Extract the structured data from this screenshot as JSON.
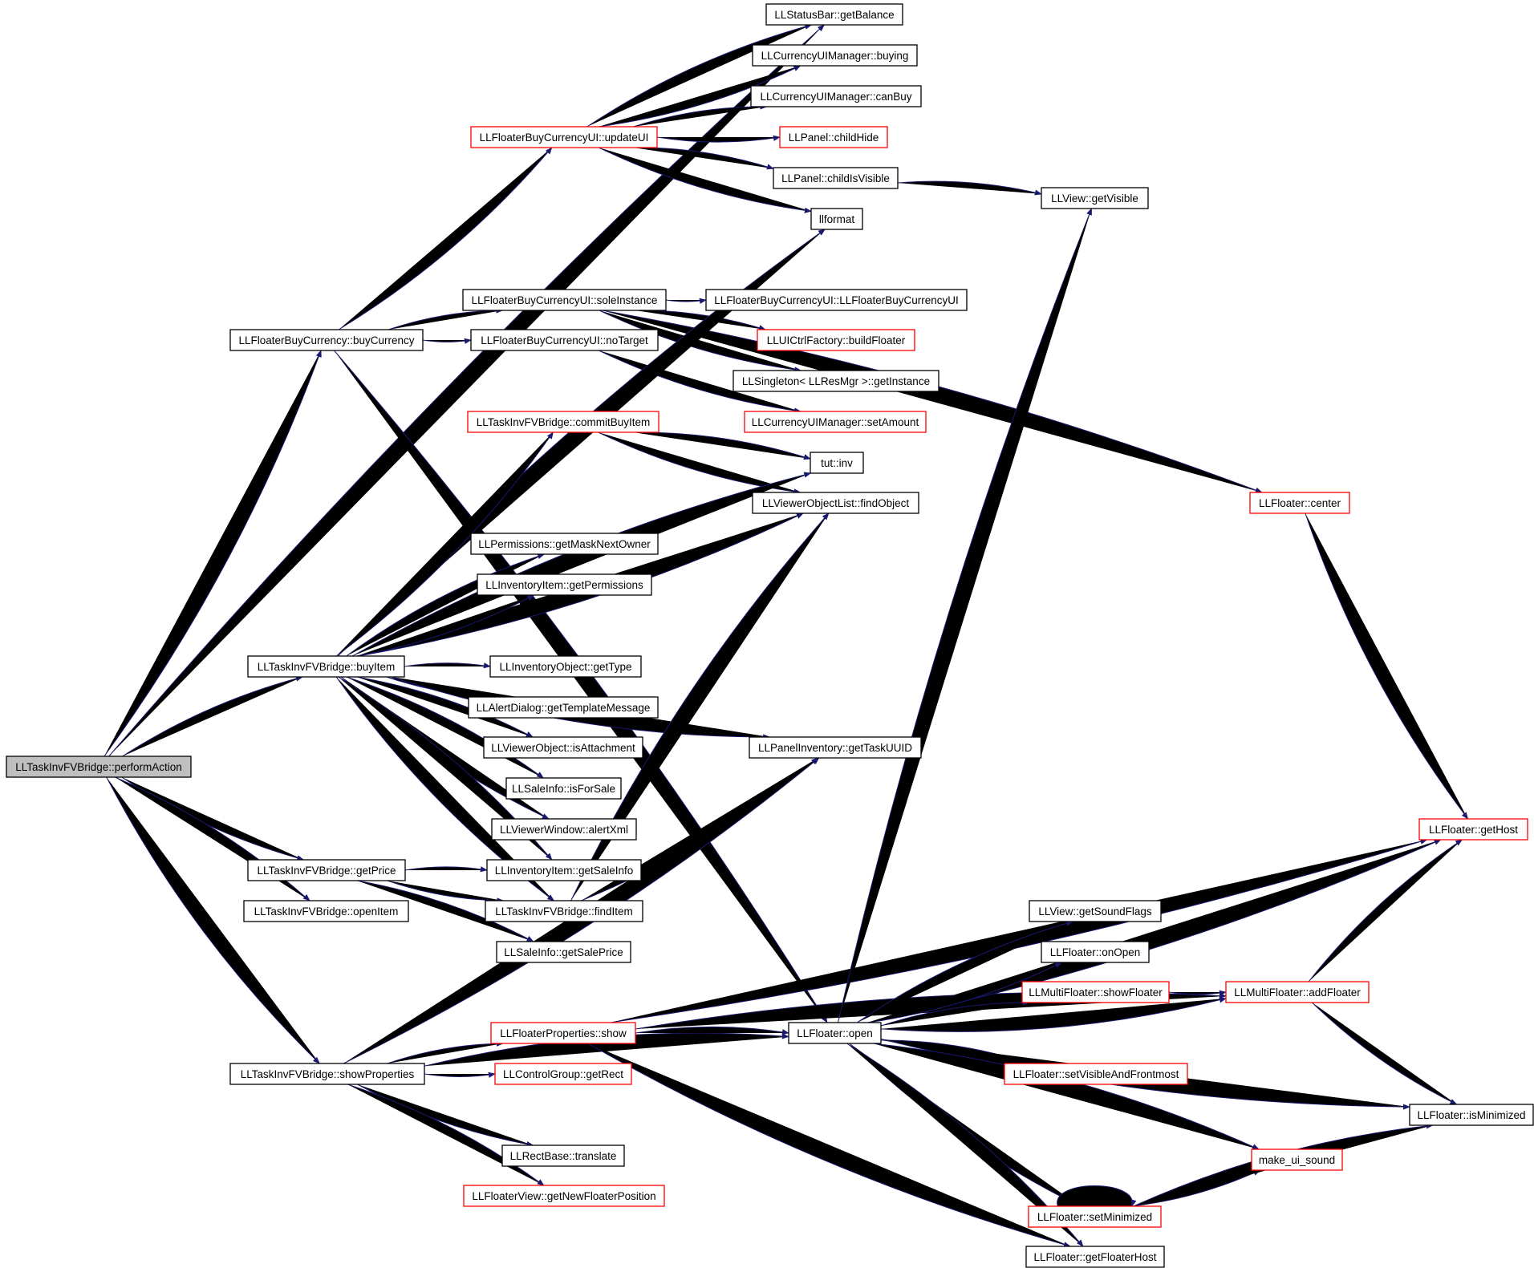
{
  "colors": {
    "edge": "#191970",
    "border_normal": "#000000",
    "border_truncated": "#ff0000",
    "root_fill": "#bfbfbf",
    "node_fill": "#ffffff"
  },
  "nodes": [
    {
      "id": "root",
      "label": "LLTaskInvFVBridge::performAction",
      "style": "root"
    },
    {
      "id": "getBalance",
      "label": "LLStatusBar::getBalance",
      "style": "normal"
    },
    {
      "id": "buying",
      "label": "LLCurrencyUIManager::buying",
      "style": "normal"
    },
    {
      "id": "canBuy",
      "label": "LLCurrencyUIManager::canBuy",
      "style": "normal"
    },
    {
      "id": "updateUI",
      "label": "LLFloaterBuyCurrencyUI::updateUI",
      "style": "truncated"
    },
    {
      "id": "childHide",
      "label": "LLPanel::childHide",
      "style": "truncated"
    },
    {
      "id": "childIsVisible",
      "label": "LLPanel::childIsVisible",
      "style": "normal"
    },
    {
      "id": "getVisible",
      "label": "LLView::getVisible",
      "style": "normal"
    },
    {
      "id": "llformat",
      "label": "llformat",
      "style": "normal"
    },
    {
      "id": "soleInstance",
      "label": "LLFloaterBuyCurrencyUI::soleInstance",
      "style": "normal"
    },
    {
      "id": "ctor",
      "label": "LLFloaterBuyCurrencyUI::LLFloaterBuyCurrencyUI",
      "style": "normal"
    },
    {
      "id": "buyCurrency",
      "label": "LLFloaterBuyCurrency::buyCurrency",
      "style": "normal"
    },
    {
      "id": "noTarget",
      "label": "LLFloaterBuyCurrencyUI::noTarget",
      "style": "normal"
    },
    {
      "id": "buildFloater",
      "label": "LLUICtrlFactory::buildFloater",
      "style": "truncated"
    },
    {
      "id": "getInstance",
      "label": "LLSingleton< LLResMgr >::getInstance",
      "style": "normal"
    },
    {
      "id": "setAmount",
      "label": "LLCurrencyUIManager::setAmount",
      "style": "truncated"
    },
    {
      "id": "commitBuyItem",
      "label": "LLTaskInvFVBridge::commitBuyItem",
      "style": "truncated"
    },
    {
      "id": "inv",
      "label": "tut::inv",
      "style": "normal"
    },
    {
      "id": "findObject",
      "label": "LLViewerObjectList::findObject",
      "style": "normal"
    },
    {
      "id": "center",
      "label": "LLFloater::center",
      "style": "truncated"
    },
    {
      "id": "getMaskNextOwner",
      "label": "LLPermissions::getMaskNextOwner",
      "style": "normal"
    },
    {
      "id": "getPermissions",
      "label": "LLInventoryItem::getPermissions",
      "style": "normal"
    },
    {
      "id": "buyItem",
      "label": "LLTaskInvFVBridge::buyItem",
      "style": "normal"
    },
    {
      "id": "getType",
      "label": "LLInventoryObject::getType",
      "style": "normal"
    },
    {
      "id": "getTemplateMessage",
      "label": "LLAlertDialog::getTemplateMessage",
      "style": "normal"
    },
    {
      "id": "isAttachment",
      "label": "LLViewerObject::isAttachment",
      "style": "normal"
    },
    {
      "id": "getTaskUUID",
      "label": "LLPanelInventory::getTaskUUID",
      "style": "normal"
    },
    {
      "id": "isForSale",
      "label": "LLSaleInfo::isForSale",
      "style": "normal"
    },
    {
      "id": "alertXml",
      "label": "LLViewerWindow::alertXml",
      "style": "normal"
    },
    {
      "id": "getHost",
      "label": "LLFloater::getHost",
      "style": "truncated"
    },
    {
      "id": "getPrice",
      "label": "LLTaskInvFVBridge::getPrice",
      "style": "normal"
    },
    {
      "id": "getSaleInfo",
      "label": "LLInventoryItem::getSaleInfo",
      "style": "normal"
    },
    {
      "id": "openItem",
      "label": "LLTaskInvFVBridge::openItem",
      "style": "normal"
    },
    {
      "id": "findItem",
      "label": "LLTaskInvFVBridge::findItem",
      "style": "normal"
    },
    {
      "id": "getSoundFlags",
      "label": "LLView::getSoundFlags",
      "style": "normal"
    },
    {
      "id": "getSalePrice",
      "label": "LLSaleInfo::getSalePrice",
      "style": "normal"
    },
    {
      "id": "onOpen",
      "label": "LLFloater::onOpen",
      "style": "normal"
    },
    {
      "id": "showFloater",
      "label": "LLMultiFloater::showFloater",
      "style": "truncated"
    },
    {
      "id": "addFloater",
      "label": "LLMultiFloater::addFloater",
      "style": "truncated"
    },
    {
      "id": "propShow",
      "label": "LLFloaterProperties::show",
      "style": "truncated"
    },
    {
      "id": "open",
      "label": "LLFloater::open",
      "style": "normal"
    },
    {
      "id": "showProperties",
      "label": "LLTaskInvFVBridge::showProperties",
      "style": "normal"
    },
    {
      "id": "getRect",
      "label": "LLControlGroup::getRect",
      "style": "truncated"
    },
    {
      "id": "setVisibleAndFrontmost",
      "label": "LLFloater::setVisibleAndFrontmost",
      "style": "truncated"
    },
    {
      "id": "isMinimized",
      "label": "LLFloater::isMinimized",
      "style": "normal"
    },
    {
      "id": "translate",
      "label": "LLRectBase::translate",
      "style": "normal"
    },
    {
      "id": "makeUiSound",
      "label": "make_ui_sound",
      "style": "truncated"
    },
    {
      "id": "getNewFloaterPosition",
      "label": "LLFloaterView::getNewFloaterPosition",
      "style": "truncated"
    },
    {
      "id": "setMinimized",
      "label": "LLFloater::setMinimized",
      "style": "truncated"
    },
    {
      "id": "getFloaterHost",
      "label": "LLFloater::getFloaterHost",
      "style": "normal"
    }
  ],
  "edges": [
    [
      "root",
      "getBalance"
    ],
    [
      "root",
      "buyCurrency"
    ],
    [
      "root",
      "buyItem"
    ],
    [
      "root",
      "getPrice"
    ],
    [
      "root",
      "openItem"
    ],
    [
      "root",
      "showProperties"
    ],
    [
      "updateUI",
      "getBalance"
    ],
    [
      "updateUI",
      "buying"
    ],
    [
      "updateUI",
      "canBuy"
    ],
    [
      "updateUI",
      "childHide"
    ],
    [
      "updateUI",
      "childIsVisible"
    ],
    [
      "updateUI",
      "llformat"
    ],
    [
      "childIsVisible",
      "getVisible"
    ],
    [
      "buyCurrency",
      "updateUI"
    ],
    [
      "buyCurrency",
      "soleInstance"
    ],
    [
      "buyCurrency",
      "noTarget"
    ],
    [
      "buyCurrency",
      "open"
    ],
    [
      "soleInstance",
      "ctor"
    ],
    [
      "soleInstance",
      "buildFloater"
    ],
    [
      "soleInstance",
      "getInstance"
    ],
    [
      "soleInstance",
      "center"
    ],
    [
      "noTarget",
      "setAmount"
    ],
    [
      "commitBuyItem",
      "inv"
    ],
    [
      "commitBuyItem",
      "findObject"
    ],
    [
      "buyItem",
      "llformat"
    ],
    [
      "buyItem",
      "commitBuyItem"
    ],
    [
      "buyItem",
      "inv"
    ],
    [
      "buyItem",
      "findObject"
    ],
    [
      "buyItem",
      "getMaskNextOwner"
    ],
    [
      "buyItem",
      "getPermissions"
    ],
    [
      "buyItem",
      "getType"
    ],
    [
      "buyItem",
      "getTemplateMessage"
    ],
    [
      "buyItem",
      "isAttachment"
    ],
    [
      "buyItem",
      "getTaskUUID"
    ],
    [
      "buyItem",
      "isForSale"
    ],
    [
      "buyItem",
      "alertXml"
    ],
    [
      "buyItem",
      "getSaleInfo"
    ],
    [
      "buyItem",
      "findItem"
    ],
    [
      "getPrice",
      "getSaleInfo"
    ],
    [
      "getPrice",
      "findItem"
    ],
    [
      "getPrice",
      "getSalePrice"
    ],
    [
      "findItem",
      "getTaskUUID"
    ],
    [
      "findItem",
      "findObject"
    ],
    [
      "center",
      "getHost"
    ],
    [
      "showProperties",
      "propShow"
    ],
    [
      "showProperties",
      "getRect"
    ],
    [
      "showProperties",
      "open"
    ],
    [
      "showProperties",
      "translate"
    ],
    [
      "showProperties",
      "getNewFloaterPosition"
    ],
    [
      "showProperties",
      "getTaskUUID"
    ],
    [
      "propShow",
      "open"
    ],
    [
      "propShow",
      "getHost"
    ],
    [
      "propShow",
      "addFloater"
    ],
    [
      "propShow",
      "getFloaterHost"
    ],
    [
      "open",
      "getVisible"
    ],
    [
      "open",
      "getHost"
    ],
    [
      "open",
      "getSoundFlags"
    ],
    [
      "open",
      "onOpen"
    ],
    [
      "open",
      "showFloater"
    ],
    [
      "open",
      "addFloater"
    ],
    [
      "open",
      "setVisibleAndFrontmost"
    ],
    [
      "open",
      "isMinimized"
    ],
    [
      "open",
      "makeUiSound"
    ],
    [
      "open",
      "setMinimized"
    ],
    [
      "open",
      "getFloaterHost"
    ],
    [
      "showFloater",
      "addFloater"
    ],
    [
      "addFloater",
      "getHost"
    ],
    [
      "addFloater",
      "isMinimized"
    ],
    [
      "setMinimized",
      "setMinimized"
    ],
    [
      "setMinimized",
      "makeUiSound"
    ],
    [
      "setMinimized",
      "isMinimized"
    ]
  ]
}
